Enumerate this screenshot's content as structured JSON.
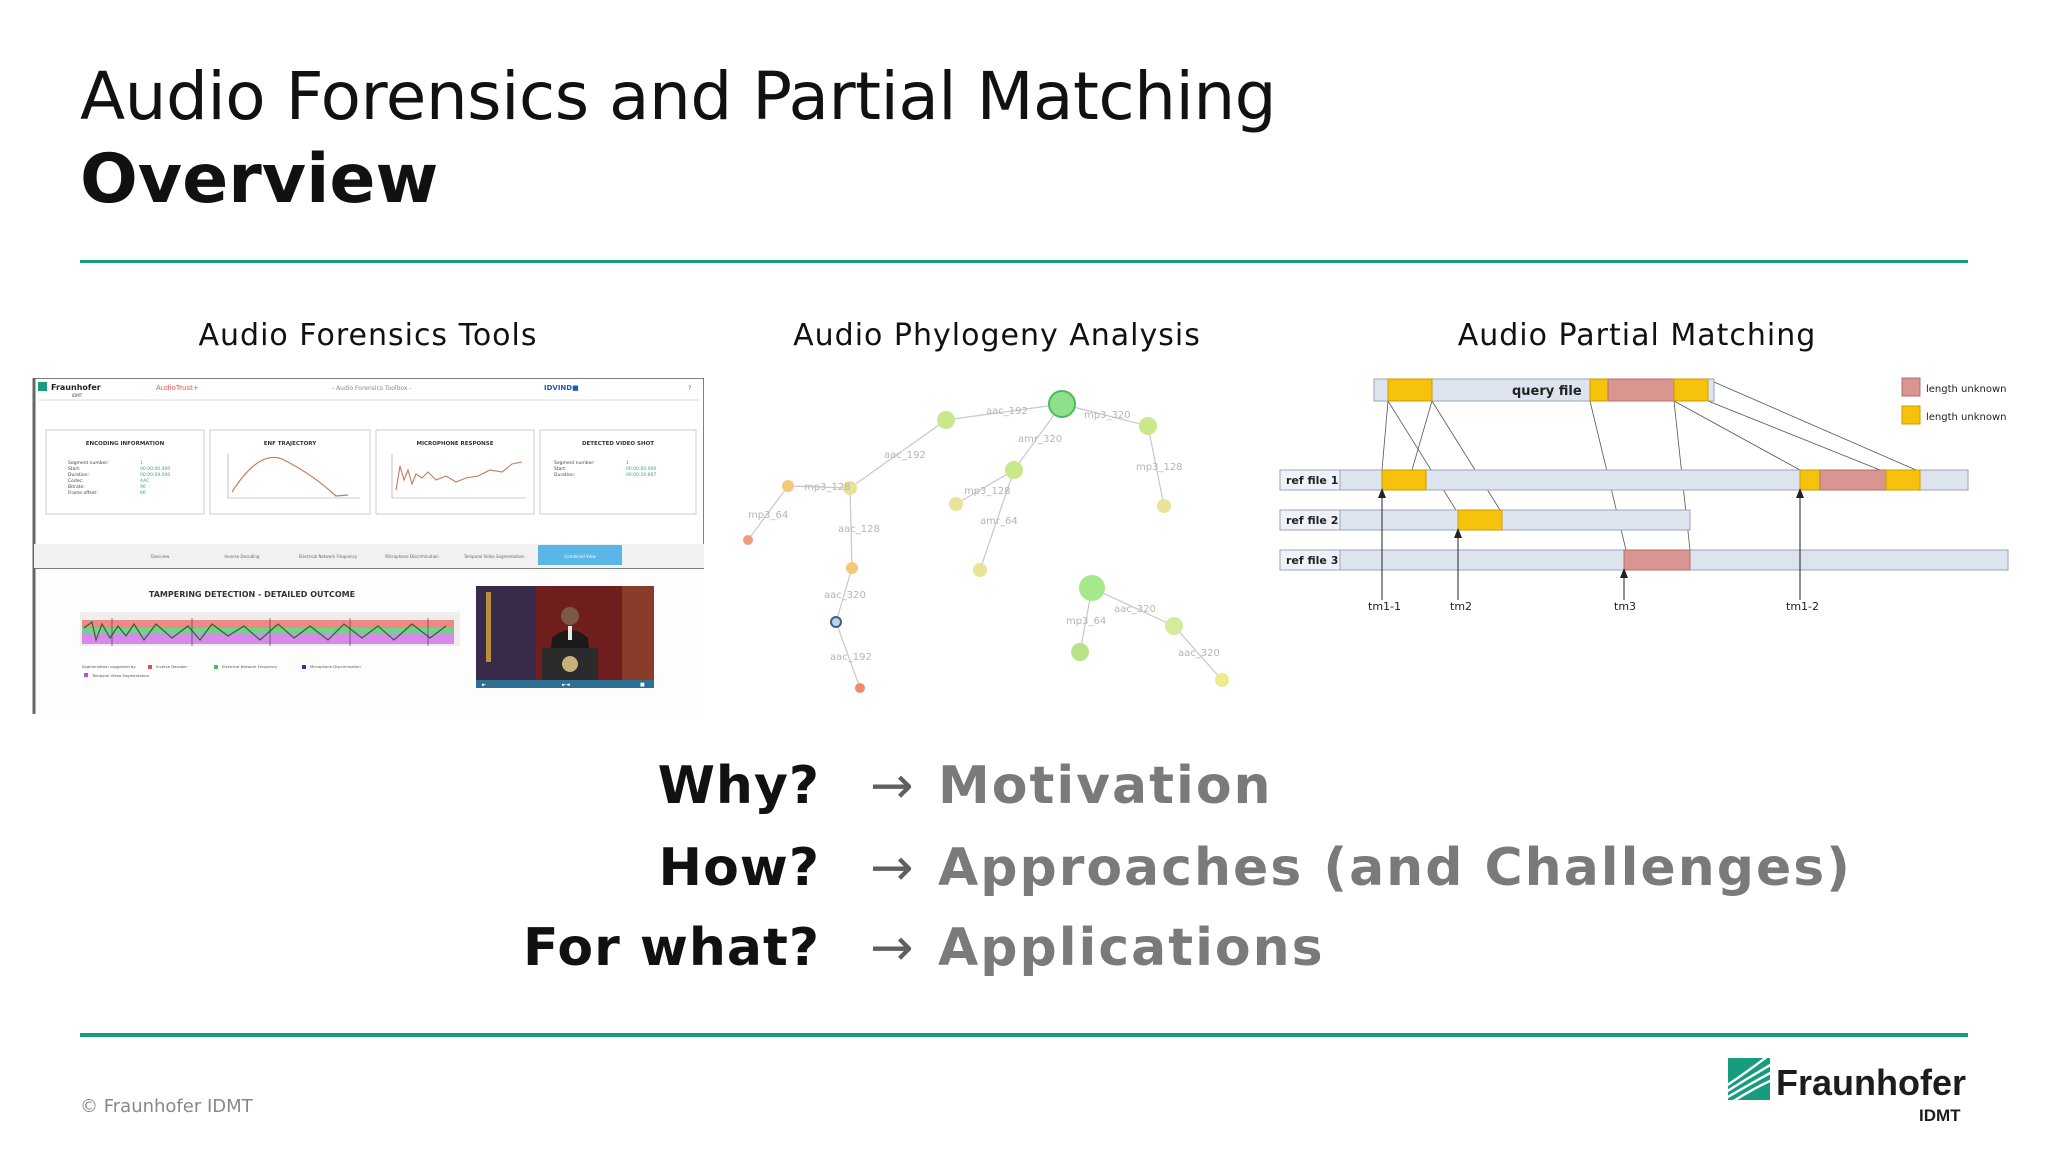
{
  "title": {
    "line1": "Audio Forensics and Partial Matching",
    "line2": "Overview"
  },
  "columns": {
    "tools": {
      "heading": "Audio Forensics Tools",
      "header": {
        "logo": "Fraunhofer",
        "logo_sub": "IDMT",
        "app": "AudioTrust+",
        "center": "- Audio Forensics Toolbox -",
        "brand": "IDVIND■",
        "help": "?"
      },
      "cards": [
        "ENCODING INFORMATION",
        "ENF TRAJECTORY",
        "MICROPHONE RESPONSE",
        "DETECTED VIDEO SHOT"
      ],
      "encoding_labels": [
        "Segment number:",
        "Start:",
        "Duration:",
        "Codec:",
        "Bitrate:",
        "Frame offset:"
      ],
      "encoding_values": [
        "1",
        "00:00:00.400",
        "00:00:09.000",
        "AAC",
        "96",
        "66"
      ],
      "video_labels": [
        "Segment number:",
        "Start:",
        "Duration:"
      ],
      "video_values": [
        "1",
        "00:00:00.000",
        "00:00:20.667"
      ],
      "tabs": [
        "Overview",
        "Inverse Decoding",
        "Electrical Network Frequency",
        "Microphone Discrimination",
        "Temporal Video Segmentation",
        "Combined View"
      ],
      "tamper_title": "TAMPERING DETECTION - DETAILED OUTCOME",
      "legend_lead": "Segmentation suggested by:",
      "legend": [
        "Inverse Decoder",
        "Electrical Network Frequency",
        "Microphone Discrimination",
        "Temporal Video Segmentation"
      ],
      "legend_colors": [
        "#d9534f",
        "#3fbf5f",
        "#1f3f9f",
        "#c14fd4"
      ]
    },
    "phylogeny": {
      "heading": "Audio Phylogeny Analysis",
      "node_labels": [
        "aac_192",
        "mp3_320",
        "amr_320",
        "aac_192",
        "mp3_128",
        "mp3_128",
        "mp3_128",
        "amr_64",
        "mp3_64",
        "aac_128",
        "aac_320",
        "aac_192",
        "aac_320",
        "mp3_64",
        "aac_320"
      ]
    },
    "matching": {
      "heading": "Audio Partial Matching",
      "query_label": "query file",
      "ref_labels": [
        "ref file 1",
        "ref file 2",
        "ref file 3"
      ],
      "legend": [
        "length unknown",
        "length unknown"
      ],
      "legend_colors": [
        "#d9958f",
        "#f7c20c"
      ],
      "time_markers": [
        "tm1-1",
        "tm2",
        "tm3",
        "tm1-2"
      ]
    }
  },
  "questions": [
    {
      "q": "Why?",
      "arrow": "→",
      "a": "Motivation"
    },
    {
      "q": "How?",
      "arrow": "→",
      "a": "Approaches (and Challenges)"
    },
    {
      "q": "For what?",
      "arrow": "→",
      "a": "Applications"
    }
  ],
  "footer": {
    "copyright": "© Fraunhofer IDMT",
    "logo": "Fraunhofer",
    "logo_sub": "IDMT"
  },
  "colors": {
    "accent": "#179c7d",
    "question": "#111111",
    "answer": "#7a7a7a",
    "yellow": "#f7c20c",
    "pink": "#d9958f"
  }
}
